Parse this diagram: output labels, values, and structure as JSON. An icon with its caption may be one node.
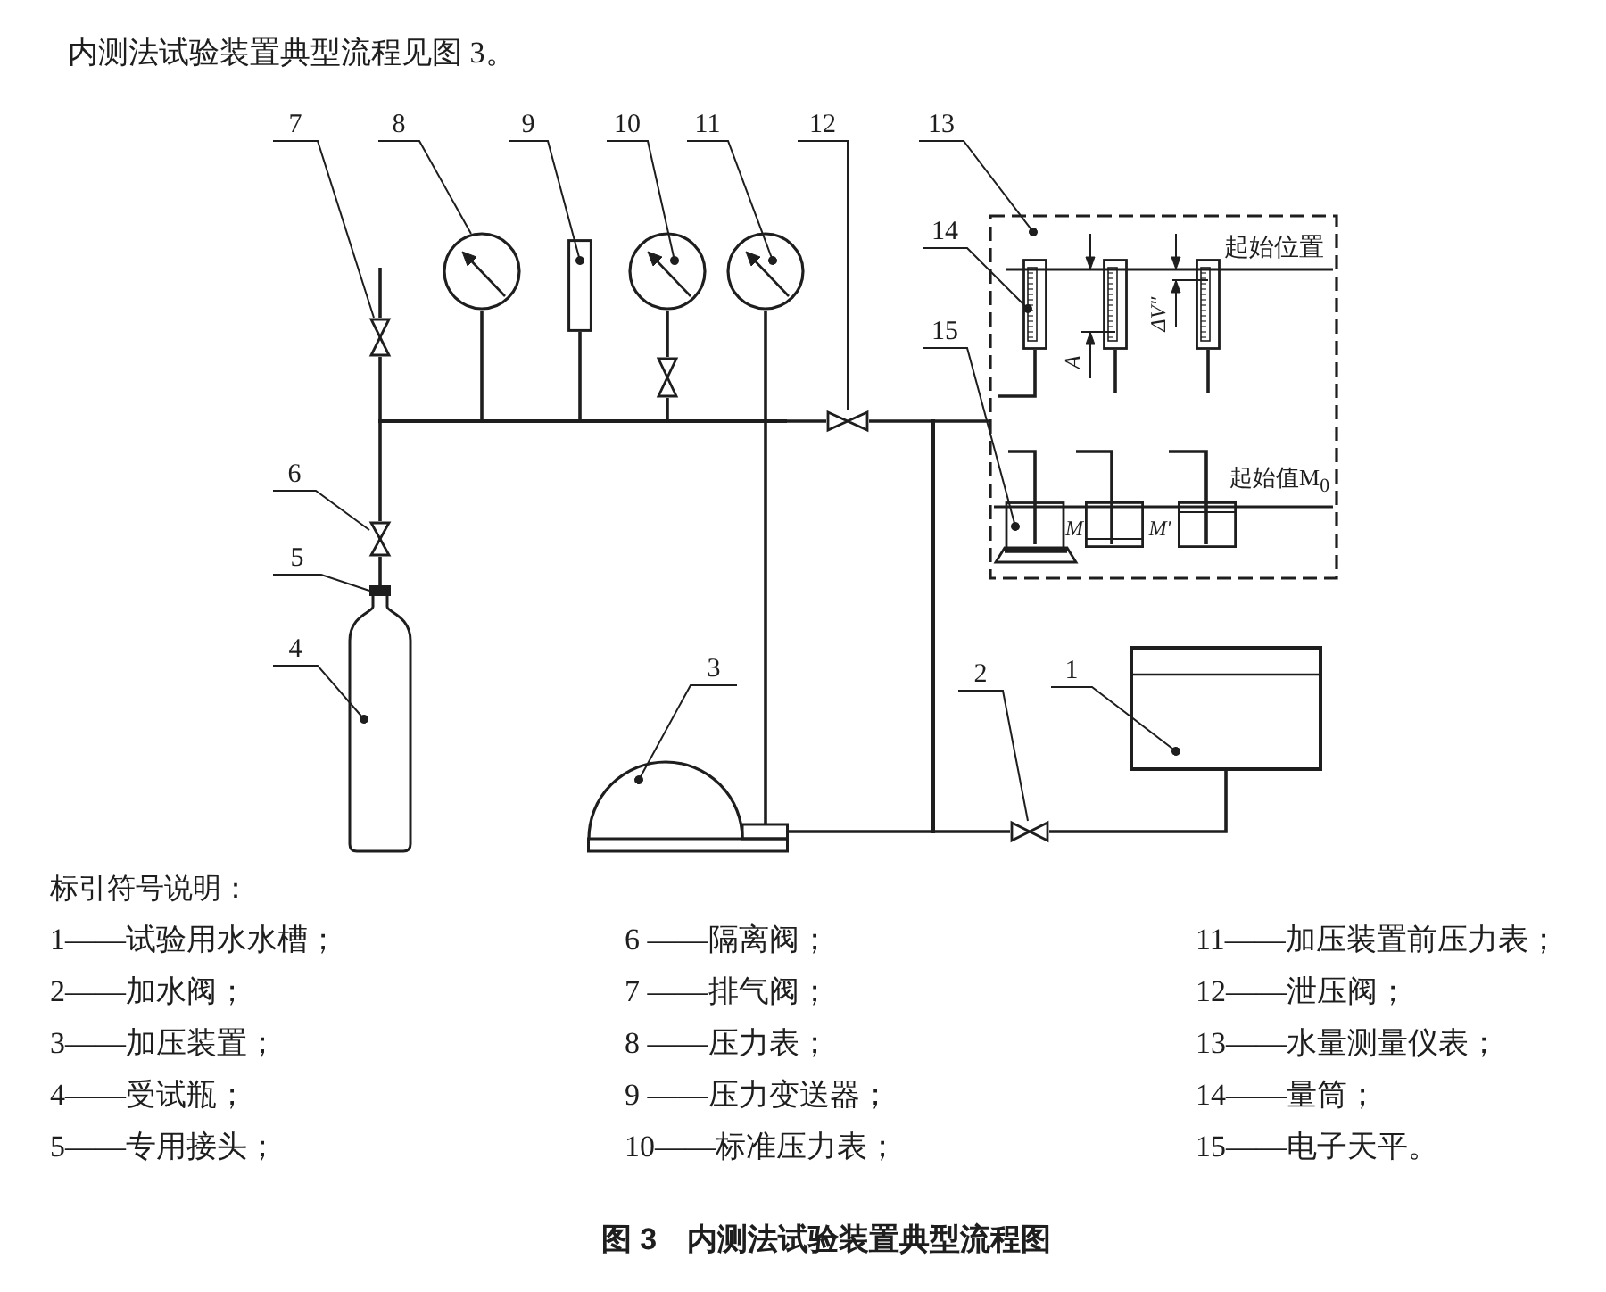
{
  "diagram": {
    "caption": "图 3　内测法试验装置典型流程图",
    "nodes": [
      {
        "text": [
          "1"
        ]
      },
      {
        "text": [
          "2"
        ]
      },
      {
        "text": [
          "3"
        ]
      },
      {
        "text": [
          "4"
        ]
      },
      {
        "text": [
          "5"
        ]
      },
      {
        "text": [
          "6"
        ]
      },
      {
        "text": [
          "7"
        ]
      },
      {
        "text": [
          "8"
        ]
      },
      {
        "text": [
          "9"
        ]
      },
      {
        "text": [
          "10"
        ]
      },
      {
        "text": [
          "11"
        ]
      },
      {
        "text": [
          "12"
        ]
      },
      {
        "text": [
          "13"
        ]
      },
      {
        "text": [
          "14"
        ]
      },
      {
        "text": [
          "15"
        ]
      },
      {
        "text": [],
        "shape": "box"
      },
      {
        "text": [],
        "shape": "picture"
      },
      {
        "text": [],
        "shape": "picture"
      },
      {
        "text": [],
        "shape": "picture"
      },
      {
        "text": [],
        "shape": "box"
      },
      {
        "text": [],
        "shape": "picture"
      },
      {
        "text": [],
        "shape": "picture"
      },
      {
        "text": [],
        "shape": "circle"
      },
      {
        "text": [],
        "shape": "box"
      },
      {
        "text": [],
        "shape": "circle"
      },
      {
        "text": [],
        "shape": "circle"
      },
      {
        "text": [],
        "shape": "picture"
      },
      {
        "text": [],
        "shape": "box"
      },
      {
        "text": [],
        "shape": "box",
        "in": 27
      },
      {
        "text": [],
        "shape": "box",
        "in": 27,
        "beside": [
          "M"
        ]
      },
      {
        "text": [],
        "shape": "picture"
      },
      {
        "text": [],
        "shape": "box",
        "in": 27
      },
      {
        "text": [],
        "shape": "box",
        "in": 27
      },
      {
        "text": [],
        "shape": "box",
        "in": 27,
        "beside": [
          "M′"
        ]
      },
      {
        "text": [],
        "shape": "box",
        "in": 27
      },
      {
        "text": [],
        "shape": "bar"
      },
      {
        "text": [],
        "shape": "bar"
      }
    ],
    "edges": [
      {
        "from": 0,
        "to": 15,
        "arrow": "other"
      },
      {
        "from": 1,
        "to": 16,
        "arrow": "none"
      },
      {
        "from": 2,
        "to": 17,
        "arrow": "other"
      },
      {
        "from": 3,
        "to": 18,
        "arrow": "other"
      },
      {
        "from": 4,
        "to": 19,
        "arrow": "none"
      },
      {
        "from": 5,
        "to": 20,
        "arrow": "none"
      },
      {
        "from": 6,
        "to": 21,
        "arrow": "none"
      },
      {
        "from": 7,
        "to": 22,
        "arrow": "none"
      },
      {
        "from": 8,
        "to": 23,
        "arrow": "other"
      },
      {
        "from": 9,
        "to": 24,
        "arrow": "other"
      },
      {
        "from": 10,
        "to": 25,
        "arrow": "other"
      },
      {
        "from": 11,
        "to": 26,
        "arrow": "none"
      },
      {
        "from": 12,
        "to": 27,
        "arrow": "other"
      },
      {
        "from": 13,
        "to": 28,
        "arrow": "other"
      },
      {
        "from": 14,
        "to": 29,
        "arrow": "other"
      },
      {
        "from": 21,
        "to": 35,
        "arrow": "none"
      },
      {
        "from": 35,
        "to": 20,
        "arrow": "none"
      },
      {
        "from": 20,
        "to": 19,
        "arrow": "none"
      },
      {
        "from": null,
        "to": 21,
        "arrow": "none"
      },
      {
        "from": 22,
        "to": 35,
        "arrow": "none"
      },
      {
        "from": 23,
        "to": 35,
        "arrow": "none"
      },
      {
        "from": 24,
        "to": 30,
        "arrow": "none"
      },
      {
        "from": 30,
        "to": 35,
        "arrow": "none"
      },
      {
        "from": 25,
        "to": 35,
        "arrow": "none"
      },
      {
        "from": 35,
        "to": 17,
        "arrow": "none"
      },
      {
        "from": 35,
        "to": 26,
        "arrow": "none"
      },
      {
        "from": 26,
        "to": 36,
        "arrow": "none"
      },
      {
        "from": 36,
        "to": 27,
        "arrow": "none"
      },
      {
        "from": 17,
        "to": 36,
        "arrow": "none"
      },
      {
        "from": 36,
        "to": 16,
        "arrow": "none"
      },
      {
        "from": 16,
        "to": 15,
        "arrow": "none"
      },
      {
        "from": 28,
        "to": null,
        "arrow": "none"
      },
      {
        "from": 31,
        "to": null,
        "arrow": "none"
      },
      {
        "from": 32,
        "to": null,
        "arrow": "none"
      },
      {
        "from": null,
        "to": 29,
        "arrow": "none"
      },
      {
        "from": null,
        "to": 33,
        "arrow": "none"
      },
      {
        "from": null,
        "to": 34,
        "arrow": "none"
      }
    ],
    "labels": [
      "内测法试验装置典型流程见图 3。",
      "起始位置",
      "A",
      "ΔV″",
      "起始值M$_{0}$",
      "标引符号说明：",
      "1——试验用水水槽；",
      "2——加水阀；",
      "3——加压装置；",
      "4——受试瓶；",
      "5——专用接头；",
      "6 ——隔离阀；",
      "7 ——排气阀；",
      "8 ——压力表；",
      "9 ——压力变送器；",
      "10——标准压力表；",
      "11——加压装置前压力表；",
      "12——泄压阀；",
      "13——水量测量仪表；",
      "14——量筒；",
      "15——电子天平。"
    ]
  }
}
